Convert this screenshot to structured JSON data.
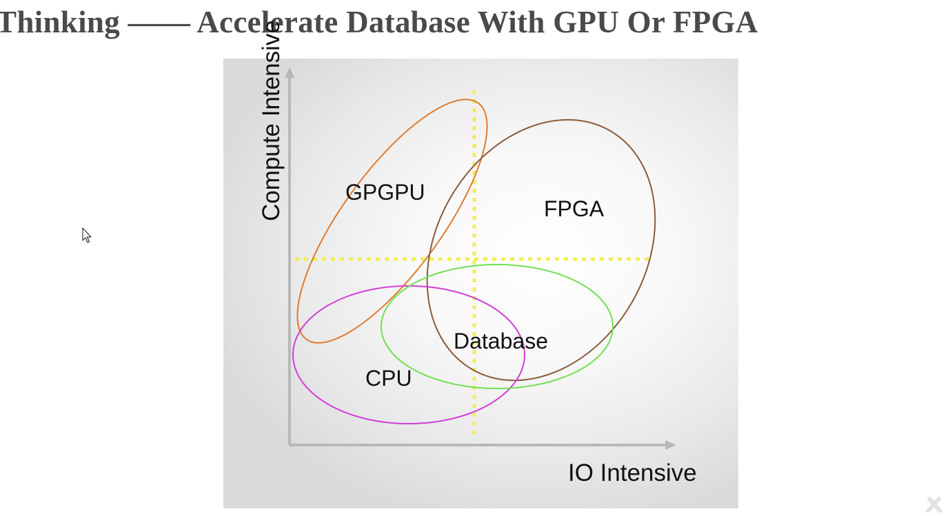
{
  "slide": {
    "title": "Thinking —— Accelerate Database With GPU Or FPGA"
  },
  "diagram": {
    "y_axis_label": "Compute Intensive",
    "x_axis_label": "IO Intensive",
    "regions": [
      {
        "id": "gpgpu",
        "label": "GPGPU",
        "color": "#e07a2c"
      },
      {
        "id": "fpga",
        "label": "FPGA",
        "color": "#8a5a3a"
      },
      {
        "id": "cpu",
        "label": "CPU",
        "color": "#d23dd8"
      },
      {
        "id": "database",
        "label": "Database",
        "color": "#6fe04f"
      }
    ],
    "divider_color": "#f2ee55",
    "axis_color": "#b8b8b8"
  },
  "overlays": {
    "cursor_icon": "mouse-pointer-icon",
    "corner_icon": "close-x-icon"
  }
}
